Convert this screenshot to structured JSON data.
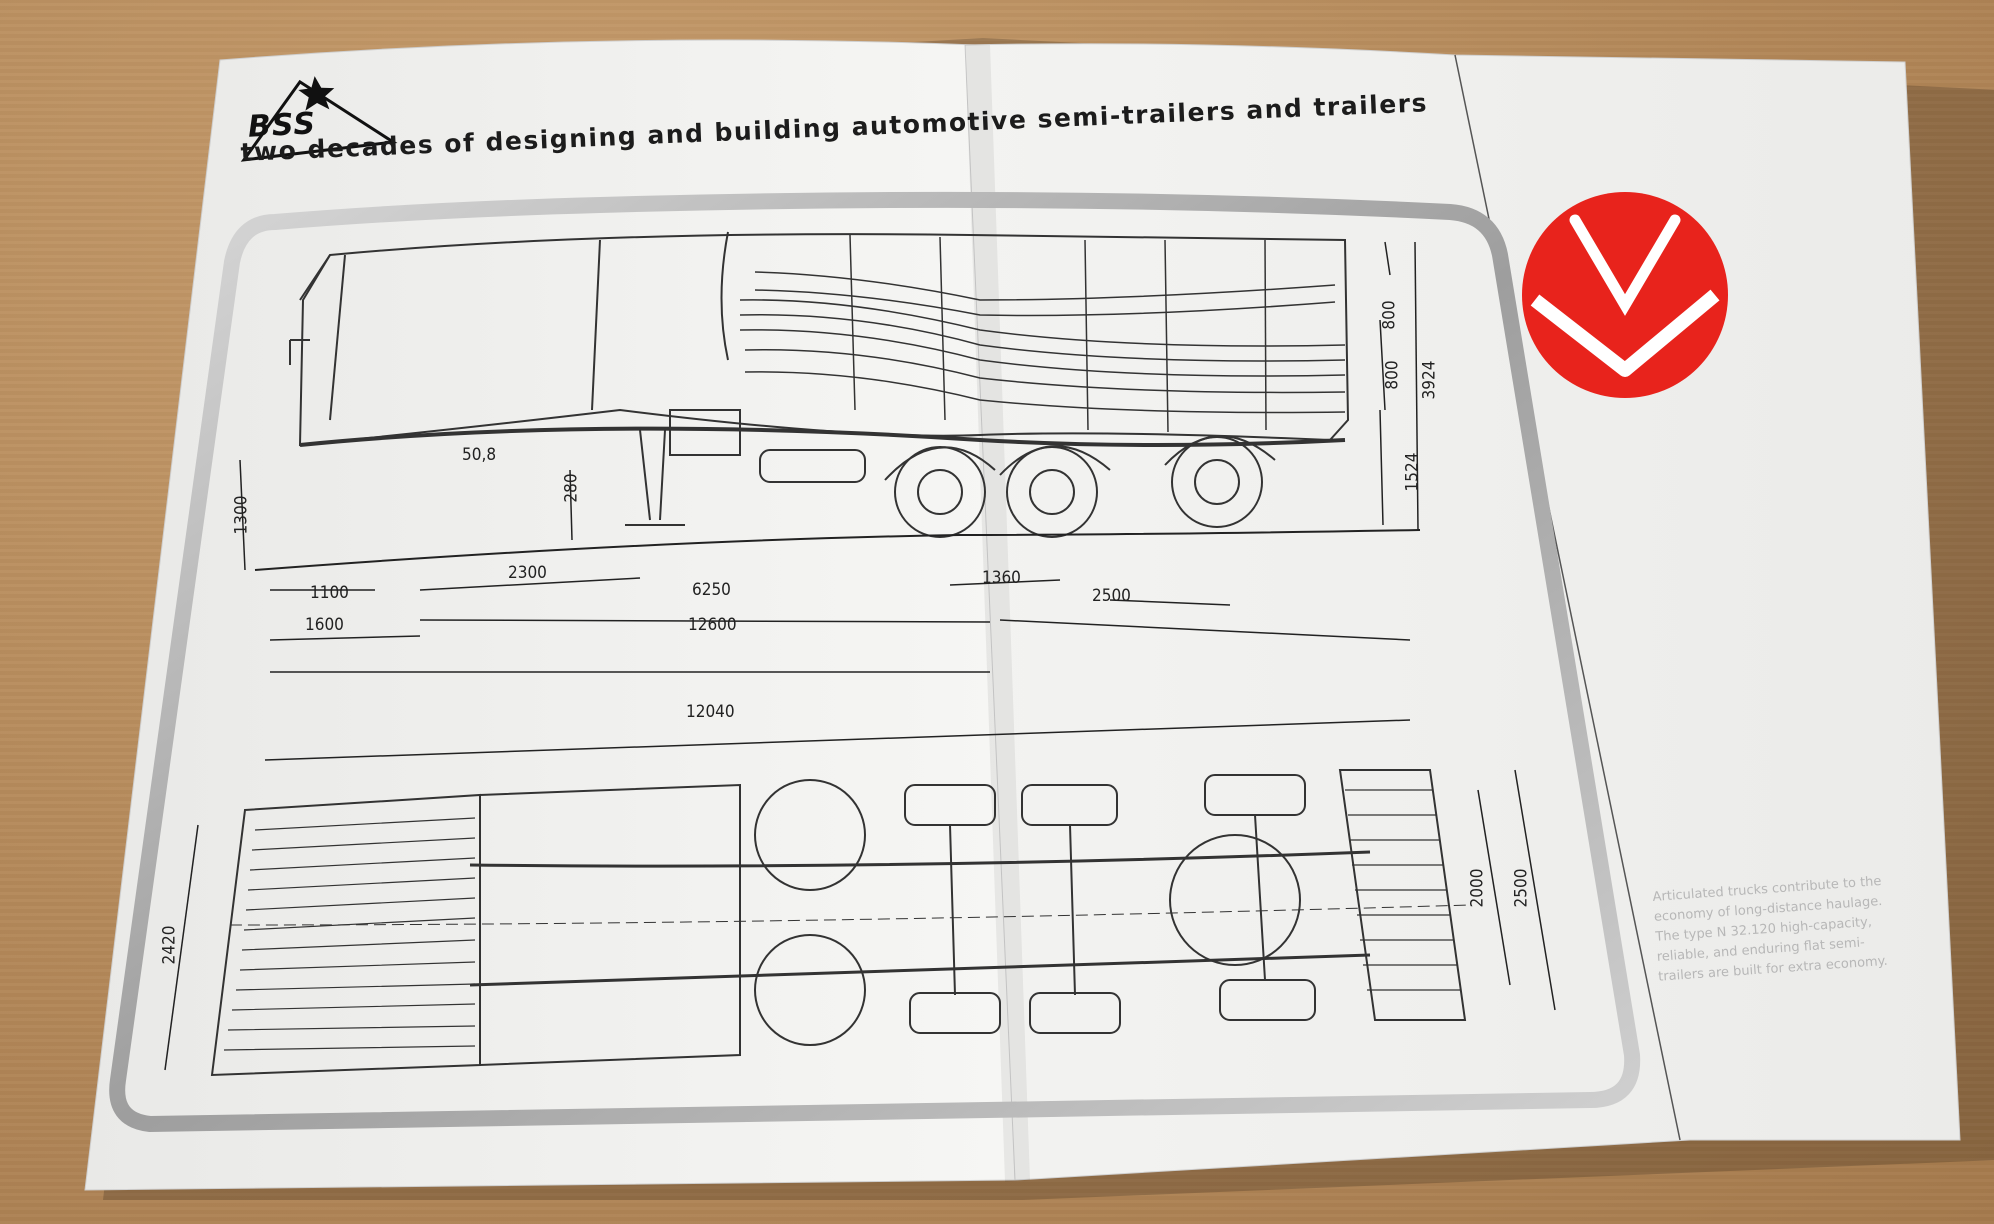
{
  "brand": {
    "logo_text": "BSS",
    "headline": "two decades of designing and building automotive semi-trailers and trailers"
  },
  "caption": "Articulated trucks contribute to the economy of long-distance haulage. The type N 32.120 high-capacity, reliable, and enduring flat semi-trailers are built for extra economy.",
  "dimensions": {
    "d800a": "800",
    "d800b": "800",
    "d3924": "3924",
    "d1524": "1524",
    "d1300": "1300",
    "d280": "280",
    "d508": "50,8",
    "d2300": "2300",
    "d1100": "1100",
    "d1600": "1600",
    "d6250": "6250",
    "d12600": "12600",
    "d1360": "1360",
    "d2500a": "2500",
    "d12040": "12040",
    "d2420": "2420",
    "d2000": "2000",
    "d2500b": "2500"
  },
  "colors": {
    "accent_red": "#e8231c",
    "paper": "#f2f2f0",
    "frame_silver": "#b9b9b9"
  }
}
